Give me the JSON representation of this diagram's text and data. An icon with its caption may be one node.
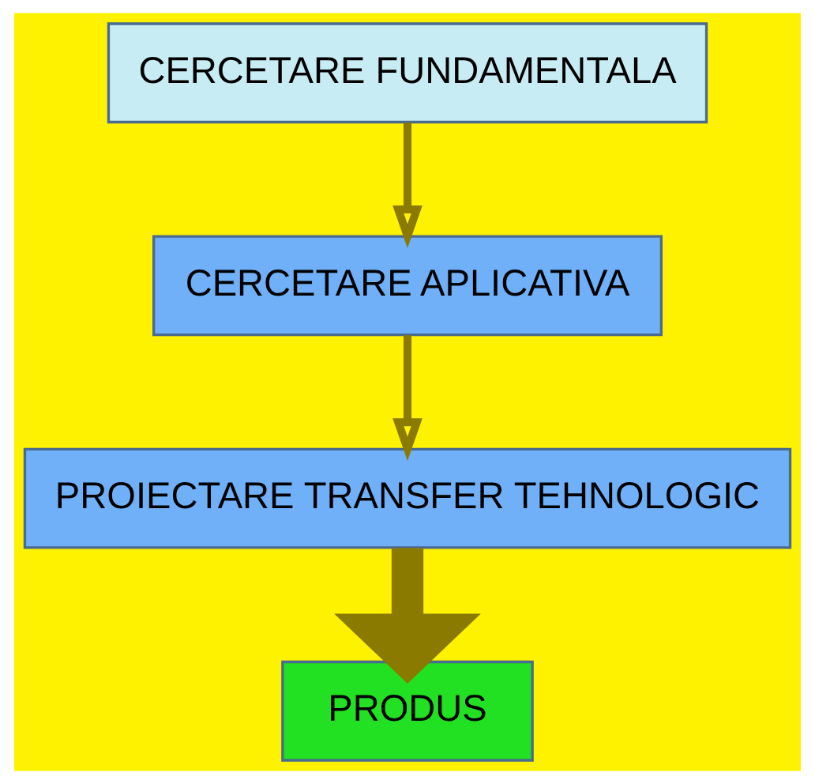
{
  "diagram": {
    "nodes": [
      {
        "text": [
          "CERCETARE FUNDAMENTALA"
        ]
      },
      {
        "text": [
          "CERCETARE APLICATIVA"
        ]
      },
      {
        "text": [
          "PROIECTARE TRANSFER TEHNOLOGIC"
        ]
      },
      {
        "text": [
          "PRODUS"
        ]
      }
    ],
    "edges": [
      {
        "from": 0,
        "to": 1,
        "arrow": "to"
      },
      {
        "from": 1,
        "to": 2,
        "arrow": "to"
      },
      {
        "from": 2,
        "to": 3,
        "arrow": "to",
        "style": "thick"
      }
    ]
  }
}
